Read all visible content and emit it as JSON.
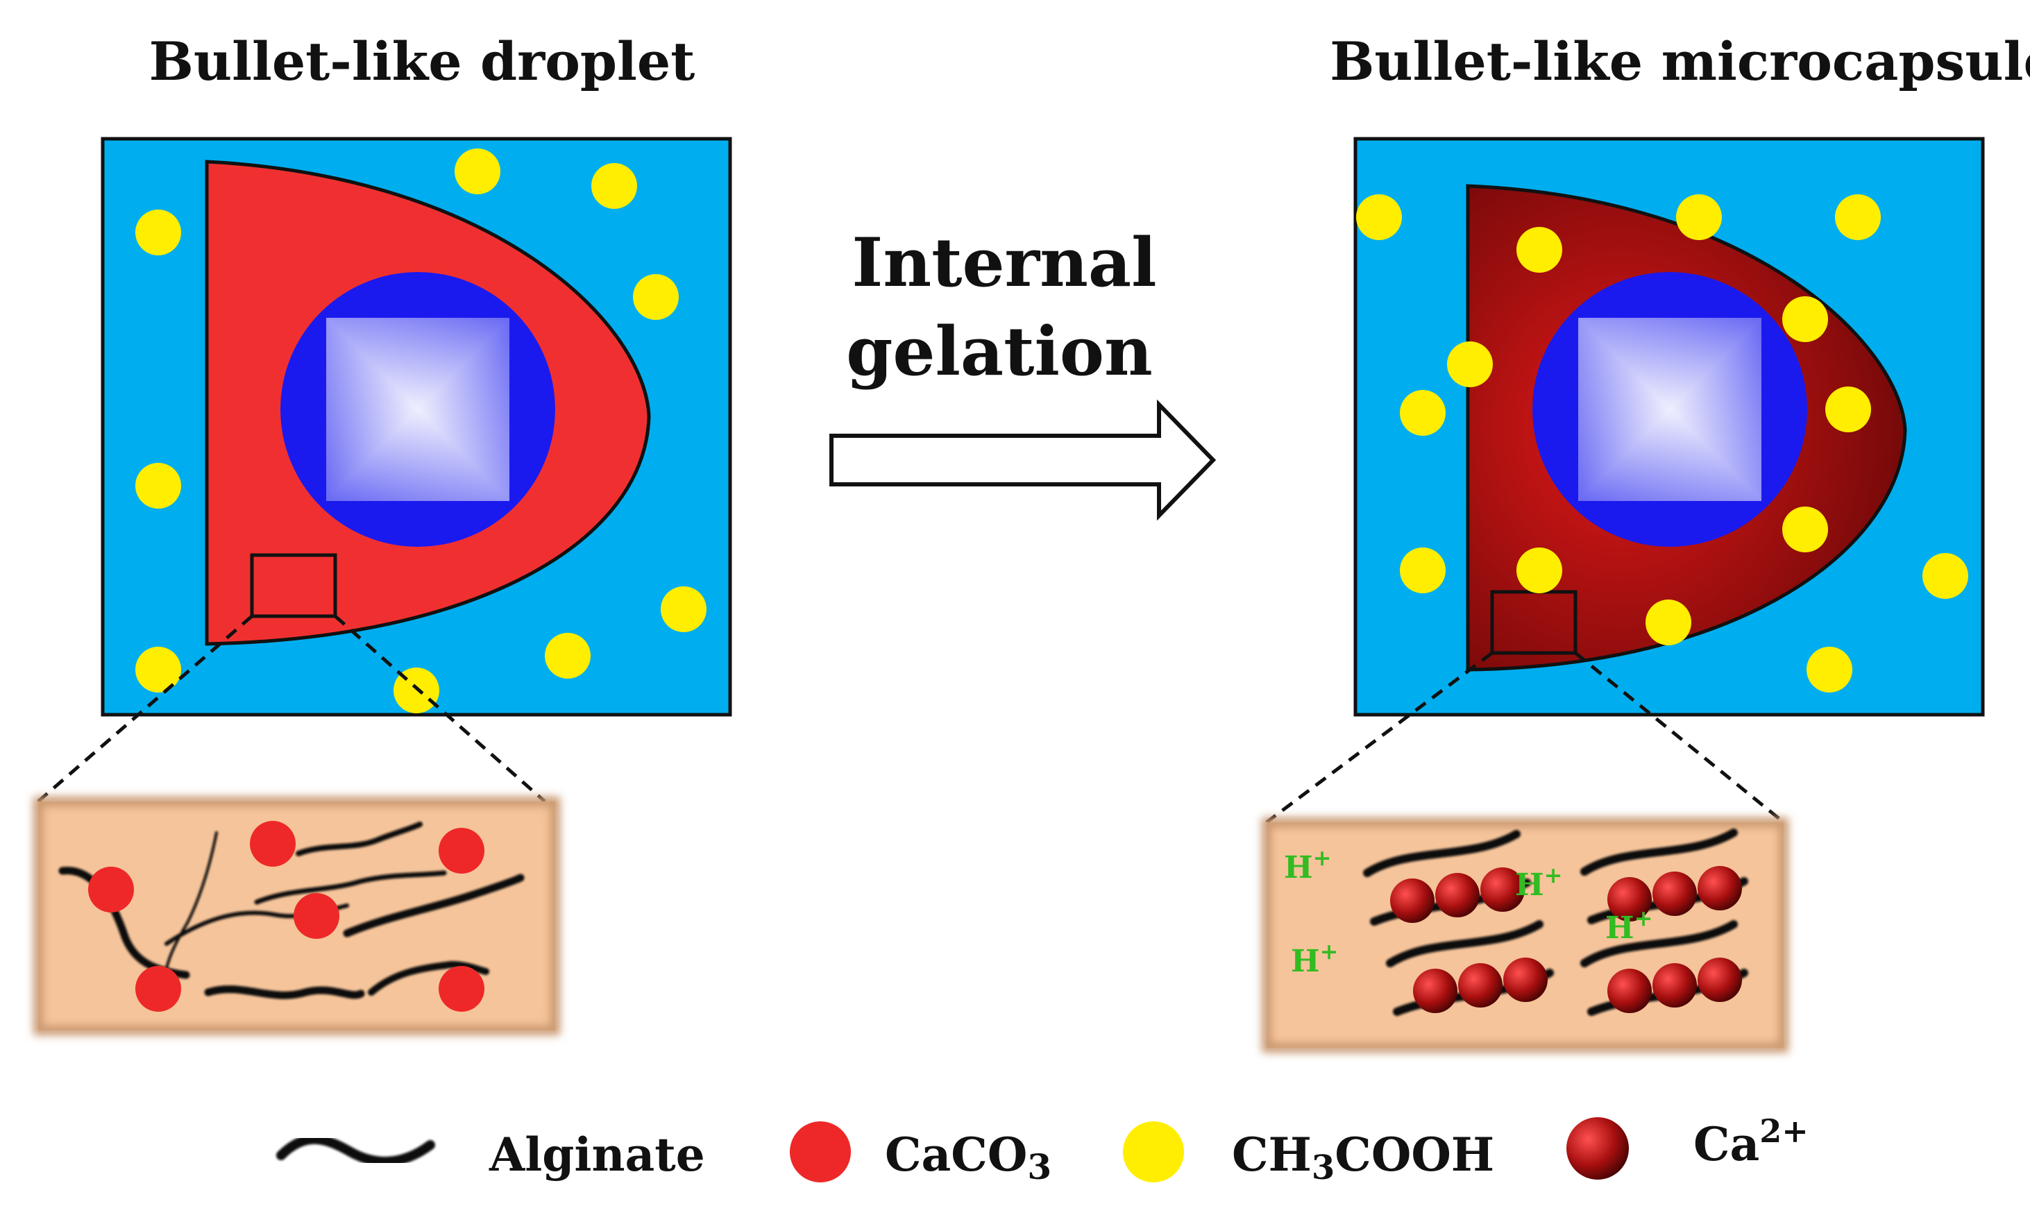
{
  "left_panel": {
    "title": "Bullet-like droplet"
  },
  "right_panel": {
    "title": "Bullet-like microcapsule"
  },
  "process": {
    "label_line1": "Internal",
    "label_line2": "gelation"
  },
  "inset_right": {
    "ion_label": "H",
    "ion_charge": "+"
  },
  "legend": {
    "alginate": "Alginate",
    "caco3_main": "CaCO",
    "caco3_sub": "3",
    "acid_a": "CH",
    "acid_sub": "3",
    "acid_b": "COOH",
    "calcium": "Ca",
    "calcium_sup": "2+"
  },
  "colors": {
    "outer_medium": "#00aeef",
    "droplet_fill": "#f03030",
    "core_fill": "#1a1aee",
    "microcapsule_fill": "#8a0c0c",
    "acid_particle": "#ffee00",
    "caco3_particle": "#ee2828",
    "calcium_particle": "#a01010",
    "inset_background": "#f5c49a",
    "proton_text": "#33bb22"
  },
  "icons": {
    "arrow": "hollow-right-arrow",
    "chain": "wavy-line",
    "particle": "circle"
  }
}
